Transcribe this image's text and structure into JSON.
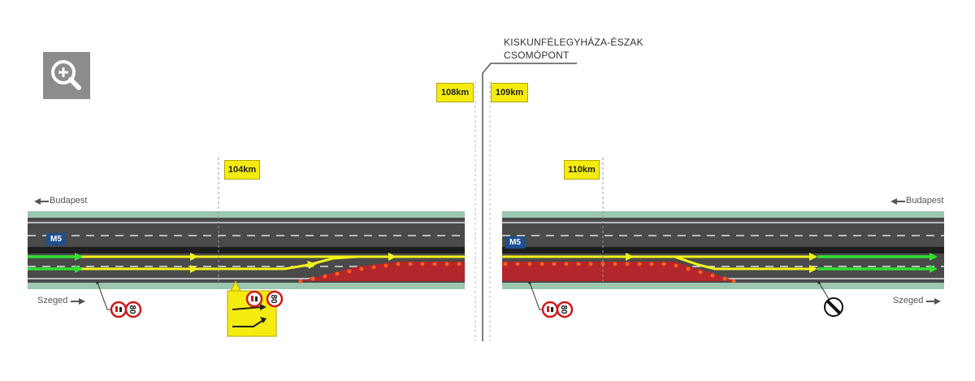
{
  "zoom": {
    "icon": "zoom-in-icon"
  },
  "junction": {
    "line1": "KISKUNFÉLEGYHÁZA-ÉSZAK",
    "line2": "CSOMÓPONT"
  },
  "km_markers": {
    "km104": "104km",
    "km108": "108km",
    "km109": "109km",
    "km110": "110km"
  },
  "directions": {
    "budapest_left": "Budapest",
    "budapest_right": "Budapest",
    "szeged_left": "Szeged",
    "szeged_right": "Szeged"
  },
  "motorway": {
    "name_left": "M5",
    "name_right": "M5"
  },
  "speed_limits": {
    "left": "80",
    "notice": "80",
    "right": "80"
  },
  "colors": {
    "asphalt": "#4a4a4a",
    "verge": "#9cc7b0",
    "closure": "#b3262b",
    "traffic": "#f2f21a",
    "open": "#2ee22e",
    "sign_yellow": "#f5eb0f"
  }
}
